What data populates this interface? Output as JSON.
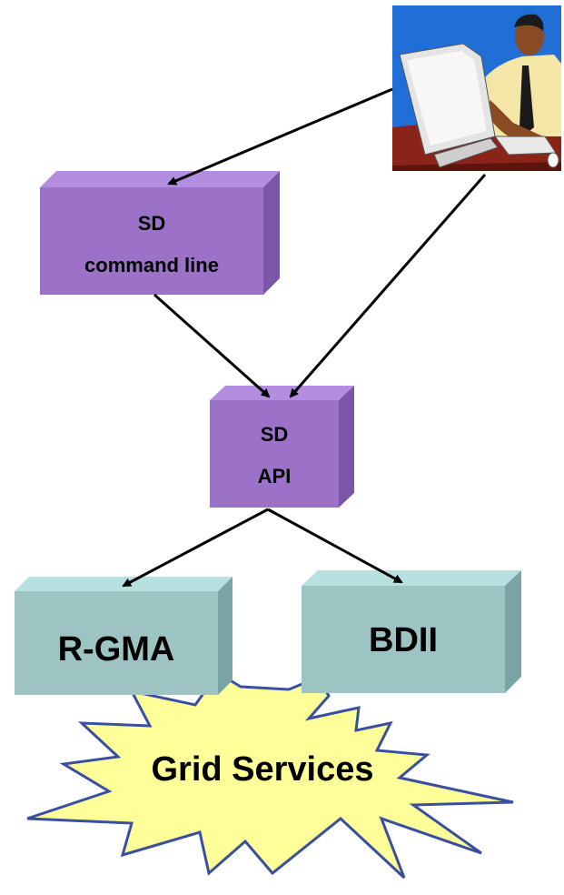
{
  "boxes": {
    "cli": {
      "line1": "SD",
      "line2": "command line"
    },
    "api": {
      "line1": "SD",
      "line2": "API"
    },
    "rgma": {
      "label": "R-GMA"
    },
    "bdii": {
      "label": "BDII"
    }
  },
  "star": {
    "label": "Grid Services"
  },
  "user": {
    "icon": "user-at-computer-icon"
  },
  "colors": {
    "purple_front": "#9b72c8",
    "purple_top": "#b38ee0",
    "purple_side": "#7a55a8",
    "teal_front": "#9dc3c3",
    "teal_top": "#b8e0e0",
    "teal_side": "#7aa3a3",
    "star_fill": "#ffff99",
    "star_stroke": "#3a4fa0"
  }
}
